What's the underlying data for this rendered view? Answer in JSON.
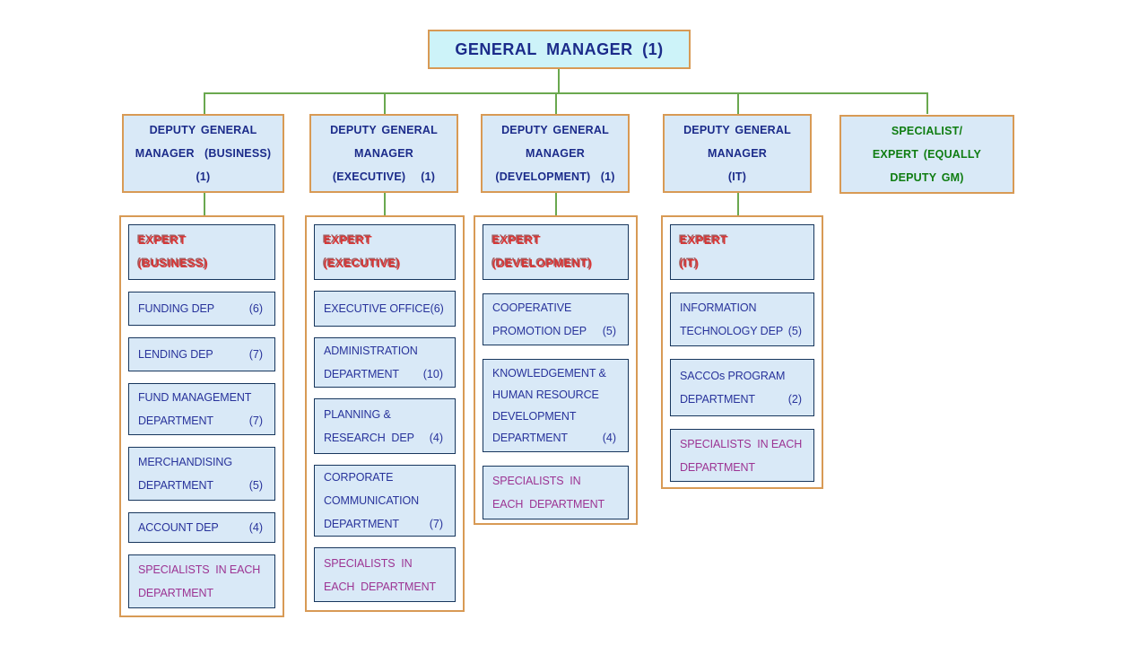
{
  "colors": {
    "box_fill": "#d9e9f7",
    "top_fill": "#cdf3f9",
    "outer_border": "#d89a55",
    "inner_border": "#17365d",
    "connector": "#6aa84f",
    "navy_text": "#28339b",
    "heading_text": "#1b2b8a",
    "expert_red": "#d93535",
    "specialist_purple": "#9c3493",
    "equally_green": "#0f7d12"
  },
  "root": {
    "label": "GENERAL MANAGER (1)"
  },
  "deputies": [
    {
      "lines": [
        "DEPUTY GENERAL",
        "MANAGER  (BUSINESS)",
        "(1)"
      ]
    },
    {
      "lines": [
        "DEPUTY GENERAL",
        "MANAGER",
        "(EXECUTIVE)   (1)"
      ]
    },
    {
      "lines": [
        "DEPUTY GENERAL",
        "MANAGER",
        "(DEVELOPMENT)  (1)"
      ]
    },
    {
      "lines": [
        "DEPUTY GENERAL",
        "MANAGER",
        "(IT)"
      ]
    },
    {
      "lines": [
        "SPECIALIST/",
        "EXPERT (EQUALLY",
        "DEPUTY GM)"
      ]
    }
  ],
  "columns": [
    {
      "name": "business",
      "boxes": [
        {
          "type": "expert",
          "lines": [
            {
              "text": "EXPERT"
            },
            {
              "text": "(BUSINESS)"
            }
          ]
        },
        {
          "type": "dept",
          "lines": [
            {
              "text": "FUNDING DEP",
              "count": "(6)"
            }
          ]
        },
        {
          "type": "dept",
          "lines": [
            {
              "text": "LENDING DEP",
              "count": "(7)"
            }
          ]
        },
        {
          "type": "dept",
          "lines": [
            {
              "text": "FUND MANAGEMENT"
            },
            {
              "text": "DEPARTMENT",
              "count": "(7)"
            }
          ]
        },
        {
          "type": "dept",
          "lines": [
            {
              "text": "MERCHANDISING"
            },
            {
              "text": "DEPARTMENT",
              "count": "(5)"
            }
          ]
        },
        {
          "type": "dept",
          "lines": [
            {
              "text": "ACCOUNT DEP",
              "count": "(4)"
            }
          ]
        },
        {
          "type": "specialists",
          "lines": [
            {
              "text": "SPECIALISTS  IN EACH"
            },
            {
              "text": "DEPARTMENT"
            }
          ]
        }
      ]
    },
    {
      "name": "executive",
      "boxes": [
        {
          "type": "expert",
          "lines": [
            {
              "text": "EXPERT"
            },
            {
              "text": "(EXECUTIVE)"
            }
          ]
        },
        {
          "type": "dept",
          "lines": [
            {
              "text": "EXECUTIVE OFFICE",
              "count": "(6)"
            }
          ]
        },
        {
          "type": "dept",
          "lines": [
            {
              "text": "ADMINISTRATION"
            },
            {
              "text": "DEPARTMENT",
              "count": "(10)"
            }
          ]
        },
        {
          "type": "dept",
          "lines": [
            {
              "text": "PLANNING &"
            },
            {
              "text": "RESEARCH  DEP",
              "count": "(4)"
            }
          ]
        },
        {
          "type": "dept",
          "lines": [
            {
              "text": "CORPORATE"
            },
            {
              "text": "COMMUNICATION"
            },
            {
              "text": "DEPARTMENT",
              "count": "(7)"
            }
          ]
        },
        {
          "type": "specialists",
          "lines": [
            {
              "text": "SPECIALISTS  IN"
            },
            {
              "text": "EACH  DEPARTMENT"
            }
          ]
        }
      ]
    },
    {
      "name": "development",
      "boxes": [
        {
          "type": "expert",
          "lines": [
            {
              "text": "EXPERT"
            },
            {
              "text": "(DEVELOPMENT)"
            }
          ]
        },
        {
          "type": "dept",
          "lines": [
            {
              "text": "COOPERATIVE"
            },
            {
              "text": "PROMOTION DEP",
              "count": "(5)"
            }
          ]
        },
        {
          "type": "dept",
          "lines": [
            {
              "text": "KNOWLEDGEMENT &"
            },
            {
              "text": "HUMAN RESOURCE"
            },
            {
              "text": "DEVELOPMENT"
            },
            {
              "text": "DEPARTMENT",
              "count": "(4)"
            }
          ]
        },
        {
          "type": "specialists",
          "lines": [
            {
              "text": "SPECIALISTS  IN"
            },
            {
              "text": "EACH  DEPARTMENT"
            }
          ]
        }
      ]
    },
    {
      "name": "it",
      "boxes": [
        {
          "type": "expert",
          "lines": [
            {
              "text": "EXPERT"
            },
            {
              "text": "(IT)"
            }
          ]
        },
        {
          "type": "dept",
          "lines": [
            {
              "text": "INFORMATION"
            },
            {
              "text": "TECHNOLOGY DEP",
              "count": "(5)"
            }
          ]
        },
        {
          "type": "dept",
          "lines": [
            {
              "text": "SACCOs PROGRAM"
            },
            {
              "text": "DEPARTMENT",
              "count": "(2)"
            }
          ]
        },
        {
          "type": "specialists",
          "lines": [
            {
              "text": "SPECIALISTS  IN EACH"
            },
            {
              "text": "DEPARTMENT"
            }
          ]
        }
      ]
    }
  ]
}
